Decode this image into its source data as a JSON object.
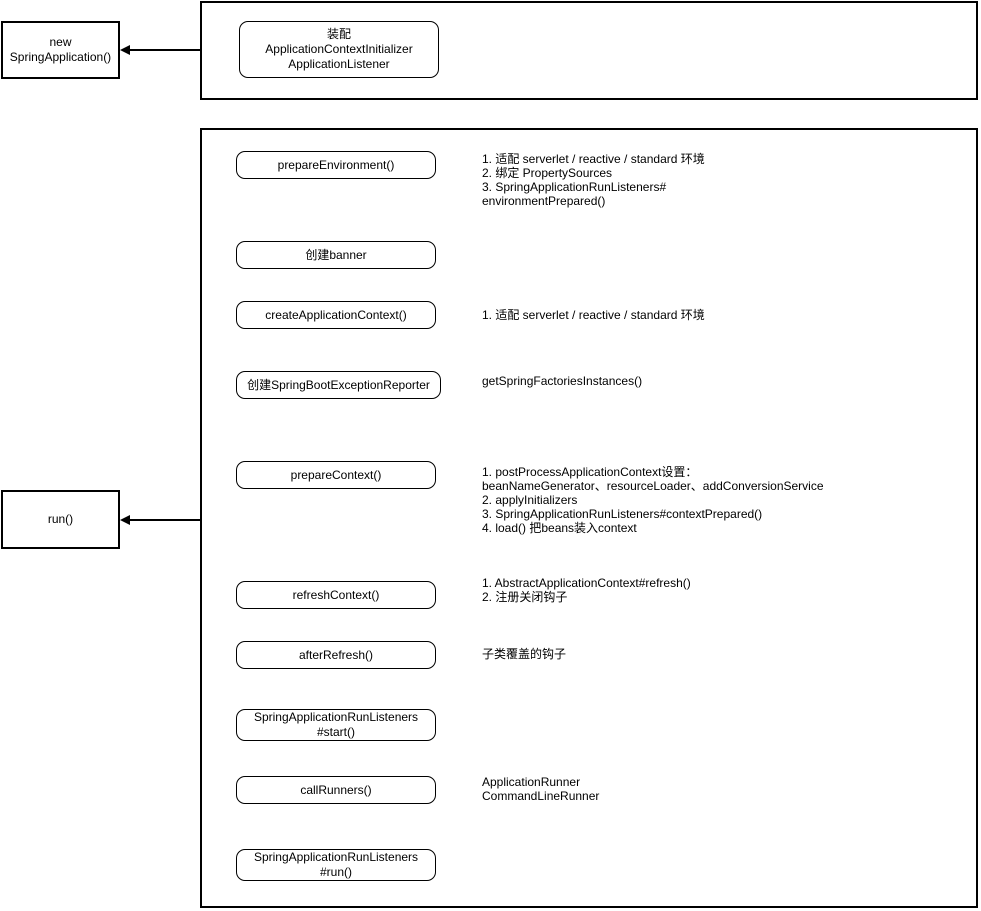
{
  "diagram": {
    "colors": {
      "background": "#ffffff",
      "stroke": "#000000",
      "text": "#000000"
    },
    "outer_nodes": {
      "new_spring_application": {
        "label": "new\nSpringApplication()"
      },
      "run": {
        "label": "run()"
      }
    },
    "constructor_phase": {
      "assemble_node": {
        "label": "装配\nApplicationContextInitializer\nApplicationListener"
      }
    },
    "run_phase": {
      "steps": [
        {
          "label": "prepareEnvironment()",
          "notes": [
            "1. 适配 serverlet / reactive / standard 环境",
            "2. 绑定 PropertySources",
            "3. SpringApplicationRunListeners#",
            "environmentPrepared()"
          ]
        },
        {
          "label": "创建banner",
          "notes": []
        },
        {
          "label": "createApplicationContext()",
          "notes": [
            "1. 适配 serverlet / reactive / standard 环境"
          ]
        },
        {
          "label": "创建SpringBootExceptionReporter",
          "notes": [
            "getSpringFactoriesInstances()"
          ]
        },
        {
          "label": "prepareContext()",
          "notes": [
            "1. postProcessApplicationContext设置：",
            "beanNameGenerator、resourceLoader、addConversionService",
            "2. applyInitializers",
            "3. SpringApplicationRunListeners#contextPrepared()",
            "4. load() 把beans装入context"
          ]
        },
        {
          "label": "refreshContext()",
          "notes": [
            "1. AbstractApplicationContext#refresh()",
            "2. 注册关闭钩子"
          ]
        },
        {
          "label": "afterRefresh()",
          "notes": [
            "子类覆盖的钩子"
          ]
        },
        {
          "label": "SpringApplicationRunListeners\n#start()",
          "notes": []
        },
        {
          "label": "callRunners()",
          "notes": [
            "ApplicationRunner",
            "CommandLineRunner"
          ]
        },
        {
          "label": "SpringApplicationRunListeners\n#run()",
          "notes": []
        }
      ]
    }
  }
}
